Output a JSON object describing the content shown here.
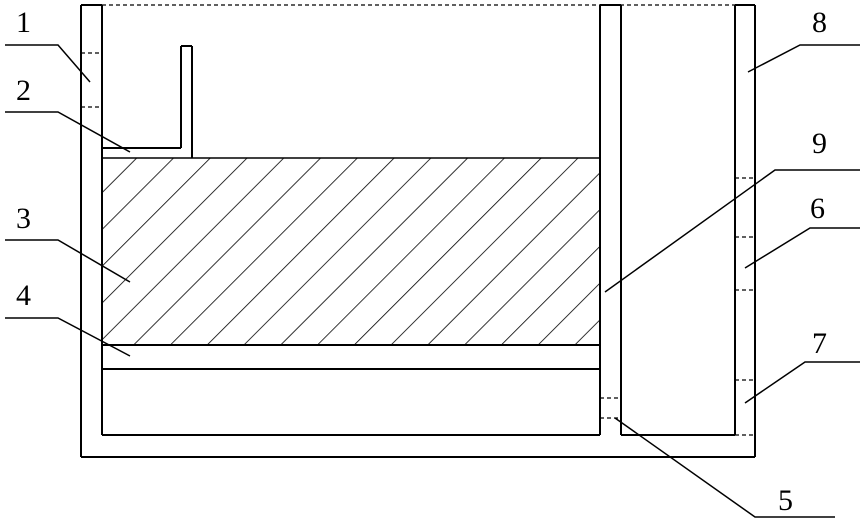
{
  "callouts": [
    {
      "id": "1",
      "text": "1"
    },
    {
      "id": "2",
      "text": "2"
    },
    {
      "id": "3",
      "text": "3"
    },
    {
      "id": "4",
      "text": "4"
    },
    {
      "id": "5",
      "text": "5"
    },
    {
      "id": "6",
      "text": "6"
    },
    {
      "id": "7",
      "text": "7"
    },
    {
      "id": "8",
      "text": "8"
    },
    {
      "id": "9",
      "text": "9"
    }
  ],
  "colors": {
    "stroke": "#000000",
    "background": "#ffffff"
  }
}
